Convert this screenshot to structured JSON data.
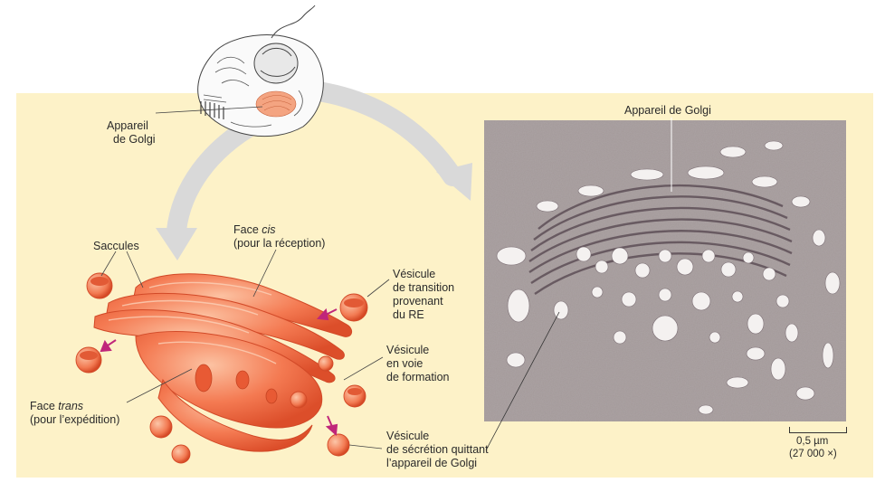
{
  "labels": {
    "golgi_cell": [
      "Appareil",
      "de Golgi"
    ],
    "saccules": "Saccules",
    "face_cis": [
      "Face ",
      "cis",
      "(pour la réception)"
    ],
    "vesicule_transition": [
      "Vésicule",
      "de transition",
      "provenant",
      "du RE"
    ],
    "vesicule_formation": [
      "Vésicule",
      "en voie",
      "de formation"
    ],
    "face_trans": [
      "Face ",
      "trans",
      "(pour l’expédition)"
    ],
    "vesicule_secretion": [
      "Vésicule",
      "de sécrétion quittant",
      "l’appareil de Golgi"
    ],
    "micrograph_title": "Appareil de Golgi",
    "scale_value": "0,5 µm",
    "magnification": "(27 000 ×)"
  },
  "colors": {
    "panel": "#fdf2c8",
    "golgi_light": "#f8a07a",
    "golgi_mid": "#f06b44",
    "golgi_dark": "#d94a26",
    "micrograph": "#9e9494",
    "arrow_magenta": "#c0267a",
    "guide_arrow": "#d6d6d6"
  }
}
